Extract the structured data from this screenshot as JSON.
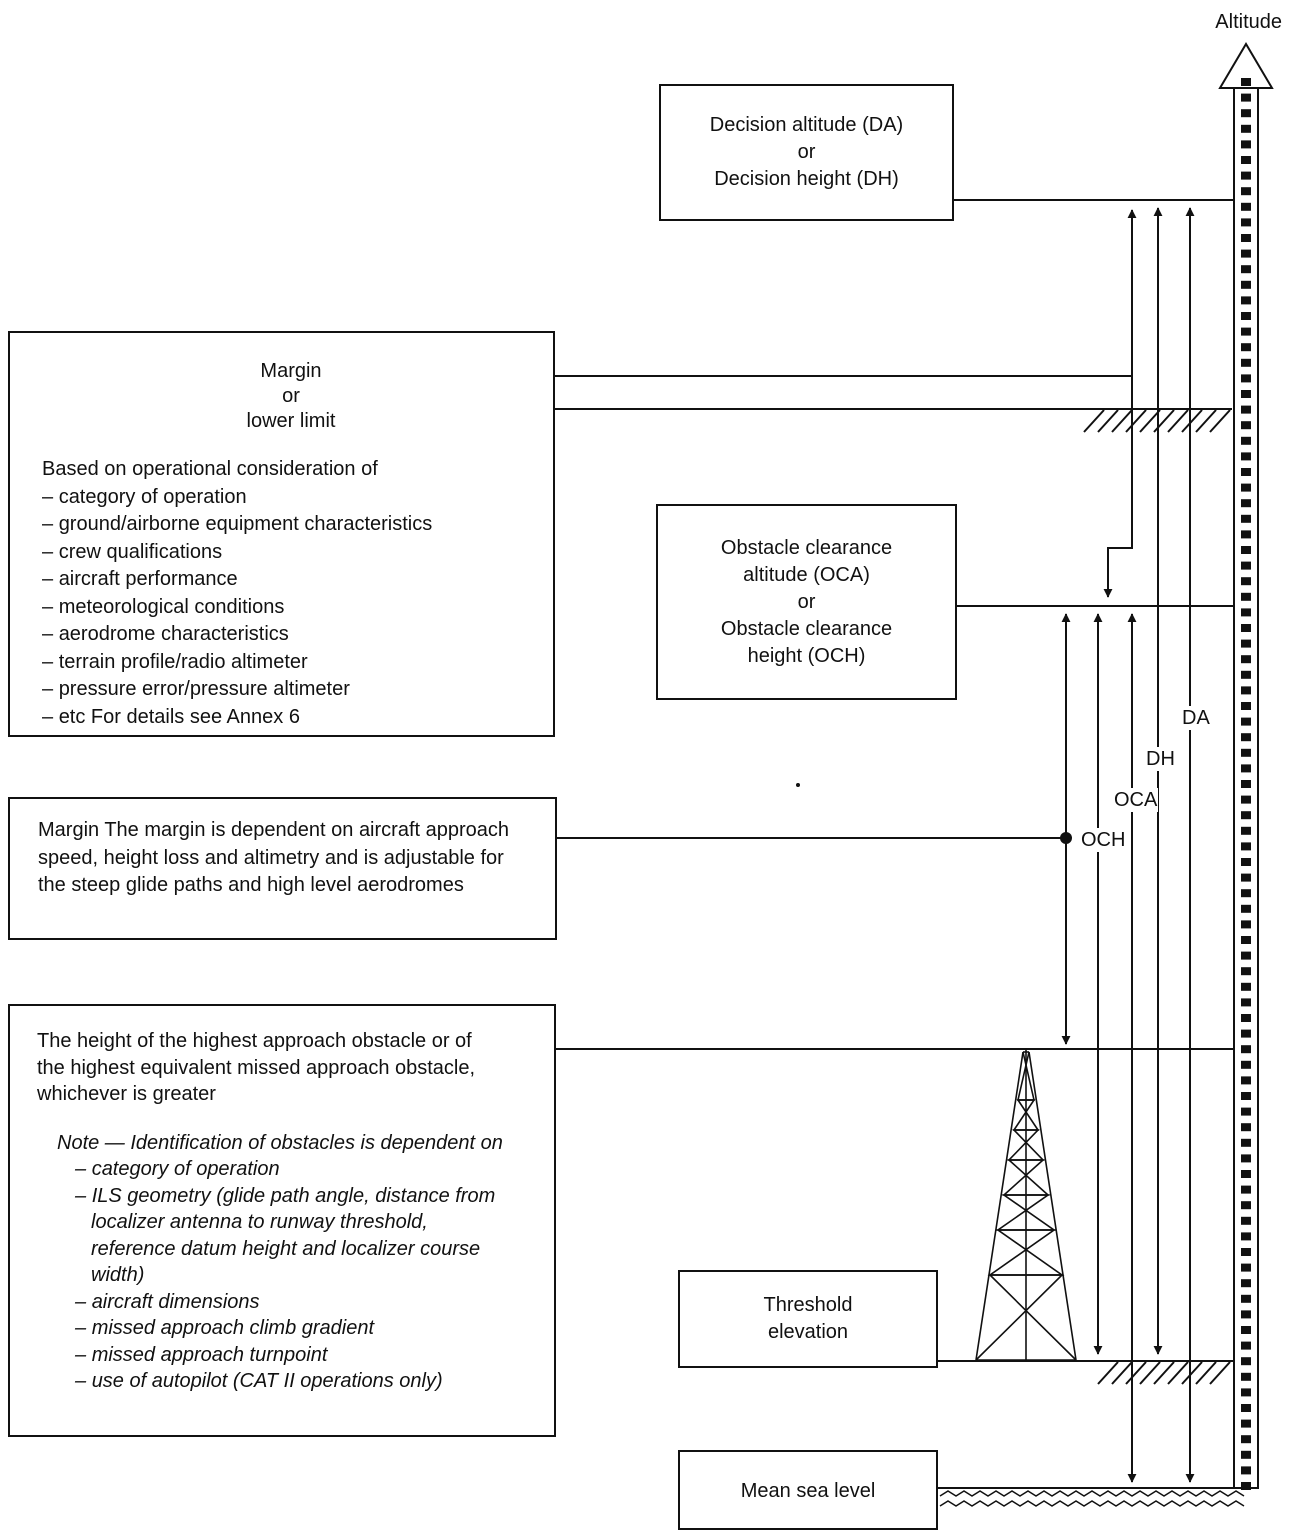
{
  "altitude_axis_label": "Altitude",
  "right_boxes": {
    "da_dh": [
      "Decision altitude (DA)",
      "or",
      "Decision height (DH)"
    ],
    "oca_och": [
      "Obstacle clearance",
      "altitude (OCA)",
      "or",
      "Obstacle clearance",
      "height (OCH)"
    ],
    "threshold": [
      "Threshold",
      "elevation"
    ],
    "msl": [
      "Mean sea level"
    ]
  },
  "margin_box": {
    "margin_label": "Margin",
    "or_label": "or",
    "lower_limit_label": "lower limit",
    "intro": "Based on operational consideration of",
    "items": [
      "category of operation",
      "ground/airborne equipment characteristics",
      "crew qualifications",
      "aircraft performance",
      "meteorological conditions",
      "aerodrome characteristics",
      "terrain profile/radio altimeter",
      "pressure error/pressure altimeter",
      "etc For details see Annex 6"
    ]
  },
  "margin_note": "Margin The margin is dependent on aircraft approach speed, height loss and altimetry and is adjustable for the steep glide paths and high level aerodromes",
  "obstacle_box": {
    "text": "The height of the highest approach obstacle or of the highest equivalent missed approach obstacle, whichever is greater",
    "note": "Note — Identification of obstacles is dependent on",
    "items": [
      "category of operation",
      "ILS geometry (glide path angle, distance from localizer antenna to runway threshold, reference datum height and localizer course width)",
      "aircraft dimensions",
      "missed approach climb gradient",
      "missed approach turnpoint",
      "use of autopilot (CAT II operations only)"
    ]
  },
  "measure_labels": {
    "da": "DA",
    "dh": "DH",
    "oca": "OCA",
    "och": "OCH"
  }
}
